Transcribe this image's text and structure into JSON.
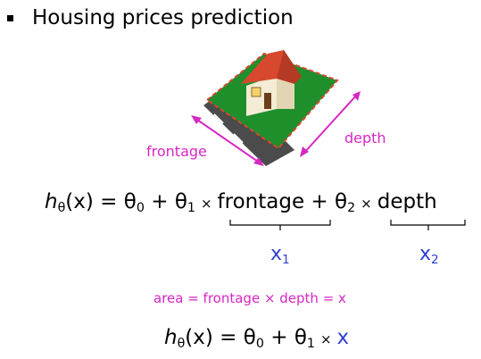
{
  "slide": {
    "title": "Housing prices prediction",
    "labels": {
      "frontage": "frontage",
      "depth": "depth"
    },
    "equation1": {
      "h": "h",
      "theta_sub": "θ",
      "paren_x": "(x) = ",
      "t0": "θ",
      "t0_sub": "0",
      "plus": " + ",
      "t1": "θ",
      "t1_sub": "1",
      "times": "×",
      "frontage": "frontage",
      "plus2": " + ",
      "t2": "θ",
      "t2_sub": "2",
      "times2": "×",
      "depth": "depth"
    },
    "x1": {
      "x": "x",
      "sub": "1"
    },
    "x2": {
      "x": "x",
      "sub": "2"
    },
    "area_line": "area = frontage × depth = x",
    "equation2": {
      "h": "h",
      "theta_sub": "θ",
      "paren_x": "(x) = ",
      "t0": "θ",
      "t0_sub": "0",
      "plus": " + ",
      "t1": "θ",
      "t1_sub": "1",
      "times": "×",
      "x": "x"
    },
    "colors": {
      "magenta": "#d627c4",
      "blue": "#2f3fd0",
      "lawn": "#1f8f2c",
      "roof": "#d7482f"
    }
  }
}
